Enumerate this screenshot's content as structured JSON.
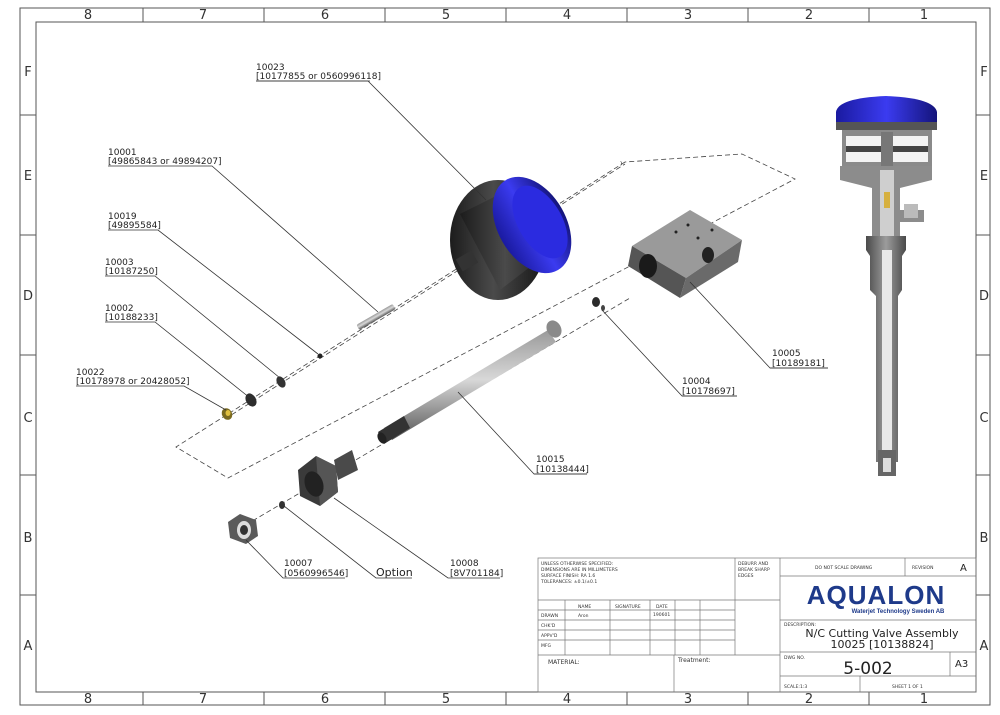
{
  "border": {
    "columns": [
      "8",
      "7",
      "6",
      "5",
      "4",
      "3",
      "2",
      "1"
    ],
    "rows": [
      "F",
      "E",
      "D",
      "C",
      "B",
      "A"
    ]
  },
  "callouts": [
    {
      "id": "10023",
      "alt": "[10177855 or 0560996118]"
    },
    {
      "id": "10001",
      "alt": "[49865843 or 49894207]"
    },
    {
      "id": "10019",
      "alt": "[49895584]"
    },
    {
      "id": "10003",
      "alt": "[10187250]"
    },
    {
      "id": "10002",
      "alt": "[10188233]"
    },
    {
      "id": "10022",
      "alt": "[10178978 or 20428052]"
    },
    {
      "id": "10005",
      "alt": "[10189181]"
    },
    {
      "id": "10004",
      "alt": "[10178697]"
    },
    {
      "id": "10015",
      "alt": "[10138444]"
    },
    {
      "id": "10007",
      "alt": "[0560996546]"
    },
    {
      "id": "10008",
      "alt": "[8V701184]"
    }
  ],
  "option_label": "Option",
  "title_block": {
    "notes": [
      "UNLESS OTHERWISE SPECIFIED:",
      "DIMENSIONS ARE IN MILLIMETERS",
      "SURFACE FINISH: RA 1.6",
      "TOLERANCES: ±0.1/±0.1"
    ],
    "deburr": [
      "DEBURR AND",
      "BREAK SHARP",
      "EDGES"
    ],
    "do_not_scale": "DO NOT SCALE DRAWING",
    "revision_label": "REVISION",
    "revision": "A",
    "headers": [
      "NAME",
      "SIGNATURE",
      "DATE"
    ],
    "rows": [
      {
        "label": "DRAWN",
        "name": "Aron",
        "date": "190601"
      },
      {
        "label": "CHK'D",
        "name": "",
        "date": ""
      },
      {
        "label": "APPV'D",
        "name": "",
        "date": ""
      },
      {
        "label": "MFG",
        "name": "",
        "date": ""
      }
    ],
    "material_label": "MATERIAL:",
    "treatment_label": "Treatment:",
    "logo": "AQUALON",
    "logo_sub": "Waterjet Technology Sweden AB",
    "description_label": "DESCRIPTION:",
    "description_line1": "N/C Cutting Valve Assembly",
    "description_line2": "10025 [10138824]",
    "dwg_no_label": "DWG NO.",
    "dwg_no": "5-002",
    "size": "A3",
    "scale": "SCALE:1:3",
    "sheet": "SHEET 1 OF 1"
  },
  "colors": {
    "accent_blue": "#2424c8",
    "logo_blue": "#1e3a8a",
    "part_dark": "#2b2b2b",
    "part_grey": "#6e6e6e",
    "line": "#333333"
  }
}
